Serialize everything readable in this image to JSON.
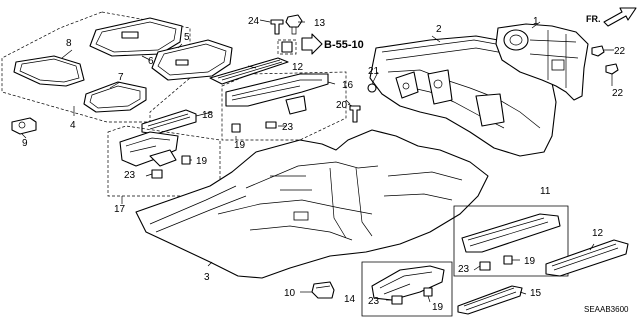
{
  "figure": {
    "diagram_code": "SEAAB3600",
    "front_label": "FR.",
    "reference_label": "B-55-10"
  },
  "callouts": {
    "c1": "1",
    "c2": "2",
    "c3": "3",
    "c4": "4",
    "c5": "5",
    "c6": "6",
    "c7": "7",
    "c8": "8",
    "c9": "9",
    "c10": "10",
    "c11": "11",
    "c12_top": "12",
    "c12_right": "12",
    "c13": "13",
    "c14": "14",
    "c15": "15",
    "c16": "16",
    "c17": "17",
    "c18": "18",
    "c19_a": "19",
    "c19_b": "19",
    "c19_c": "19",
    "c19_d": "19",
    "c20": "20",
    "c21": "21",
    "c22_a": "22",
    "c22_b": "22",
    "c23_a": "23",
    "c23_b": "23",
    "c23_c": "23",
    "c23_d": "23",
    "c24": "24"
  }
}
